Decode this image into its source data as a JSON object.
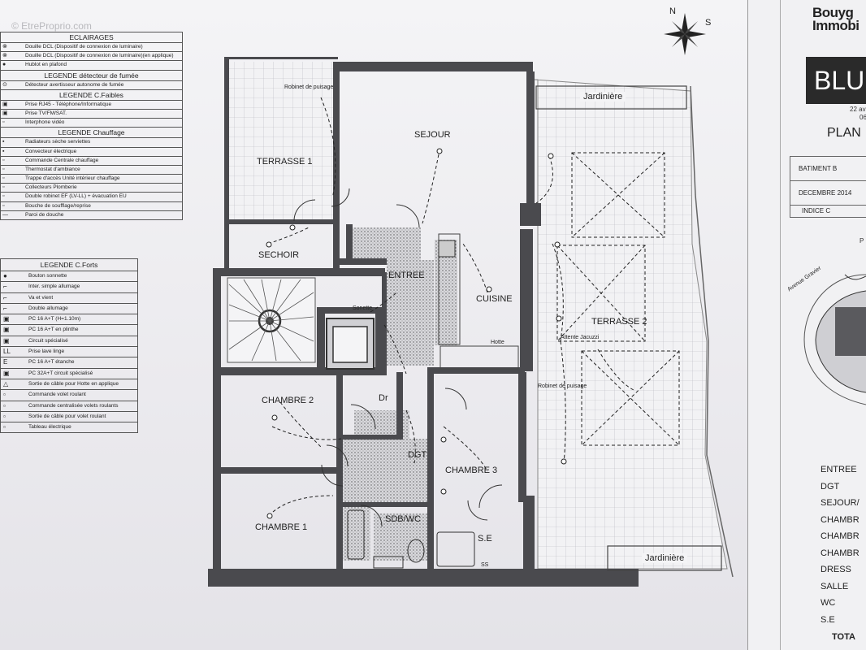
{
  "watermark": "© EtreProprio.com",
  "compass": {
    "n": "N",
    "s": "S"
  },
  "legend": {
    "eclairages": {
      "title": "ECLAIRAGES",
      "items": [
        "Douille DCL (Dispositif de connexion de luminaire)",
        "Douille DCL (Dispositif de connexion de luminaire)(en applique)",
        "Hublot en plafond"
      ]
    },
    "fumee": {
      "title": "LEGENDE détecteur de fumée",
      "items": [
        "Détecteur avertisseur autonome de fumée"
      ]
    },
    "faibles": {
      "title": "LEGENDE C.Faibles",
      "items": [
        "Prise RJ45 - Téléphone/Informatique",
        "Prise TV/FM/SAT.",
        "Interphone vidéo"
      ]
    },
    "chauffage": {
      "title": "LEGENDE Chauffage",
      "items": [
        "Radiateurs sèche serviettes",
        "Convecteur électrique",
        "Commande Centrale chauffage",
        "Thermostat d'ambiance",
        "Trappe d'accès Unité intérieur chauffage",
        "Collecteurs Plomberie",
        "Double robinet EF (LV-LL) + évacuation EU",
        "Bouche de soufflage/reprise",
        "Paroi de douche"
      ]
    },
    "forts": {
      "title": "LEGENDE C.Forts",
      "items": [
        {
          "sym": "●",
          "label": "Bouton sonnette"
        },
        {
          "sym": "⌐",
          "label": "Inter. simple allumage"
        },
        {
          "sym": "⌐",
          "label": "Va et vient"
        },
        {
          "sym": "⌐",
          "label": "Double allumage"
        },
        {
          "sym": "▣",
          "label": "PC 16 A+T (H=1.10m)"
        },
        {
          "sym": "▣",
          "label": "PC 16 A+T en plinthe"
        },
        {
          "sym": "▣",
          "label": "Circuit spécialisé"
        },
        {
          "sym": "LL",
          "label": "Prise lave linge"
        },
        {
          "sym": "E",
          "label": "PC 16 A+T étanche"
        },
        {
          "sym": "▣",
          "label": "PC 32A+T circuit spécialisé"
        },
        {
          "sym": "△",
          "label": "Sortie de câble pour Hotte en applique"
        },
        {
          "sym": "▫",
          "label": "Commande volet roulant"
        },
        {
          "sym": "▫",
          "label": "Commande centralisée volets roulants"
        },
        {
          "sym": "▫",
          "label": "Sortie de câble pour volet roulant"
        },
        {
          "sym": "▫",
          "label": "Tableau électrique"
        }
      ]
    }
  },
  "rooms": {
    "terrasse1": "TERRASSE 1",
    "sechoir": "SECHOIR",
    "sejour": "SEJOUR",
    "entree": "ENTREE",
    "cuisine": "CUISINE",
    "terrasse2": "TERRASSE 2",
    "chambre2": "CHAMBRE 2",
    "dr": "Dr",
    "dgt": "DGT",
    "chambre3": "CHAMBRE 3",
    "chambre1": "CHAMBRE 1",
    "sdbwc": "SDB/WC",
    "se": "S.E"
  },
  "annotations": {
    "robinet1": "Robinet de puisage",
    "robinet2": "Robinet de puisage",
    "jacuzzi": "Attente Jacuzzi",
    "sonette": "Sonette",
    "hotte": "Hotte",
    "jardiniere_top": "Jardinière",
    "jardiniere_bottom": "Jardinière",
    "ss": "SS"
  },
  "cartouche": {
    "brand_line1": "Bouyg",
    "brand_line2": "Immobi",
    "project": "BLU",
    "addr1": "22 av",
    "addr2": "06",
    "plan_title": "PLAN",
    "batiment": "BATIMENT B",
    "date": "DECEMBRE 2014",
    "indice": "INDICE C",
    "street": "Avenue Gravier",
    "p": "P",
    "room_list": [
      "ENTREE",
      "DGT",
      "SEJOUR/",
      "CHAMBR",
      "CHAMBR",
      "CHAMBR",
      "DRESS",
      "SALLE",
      "WC",
      "S.E"
    ],
    "total": "TOTA"
  }
}
